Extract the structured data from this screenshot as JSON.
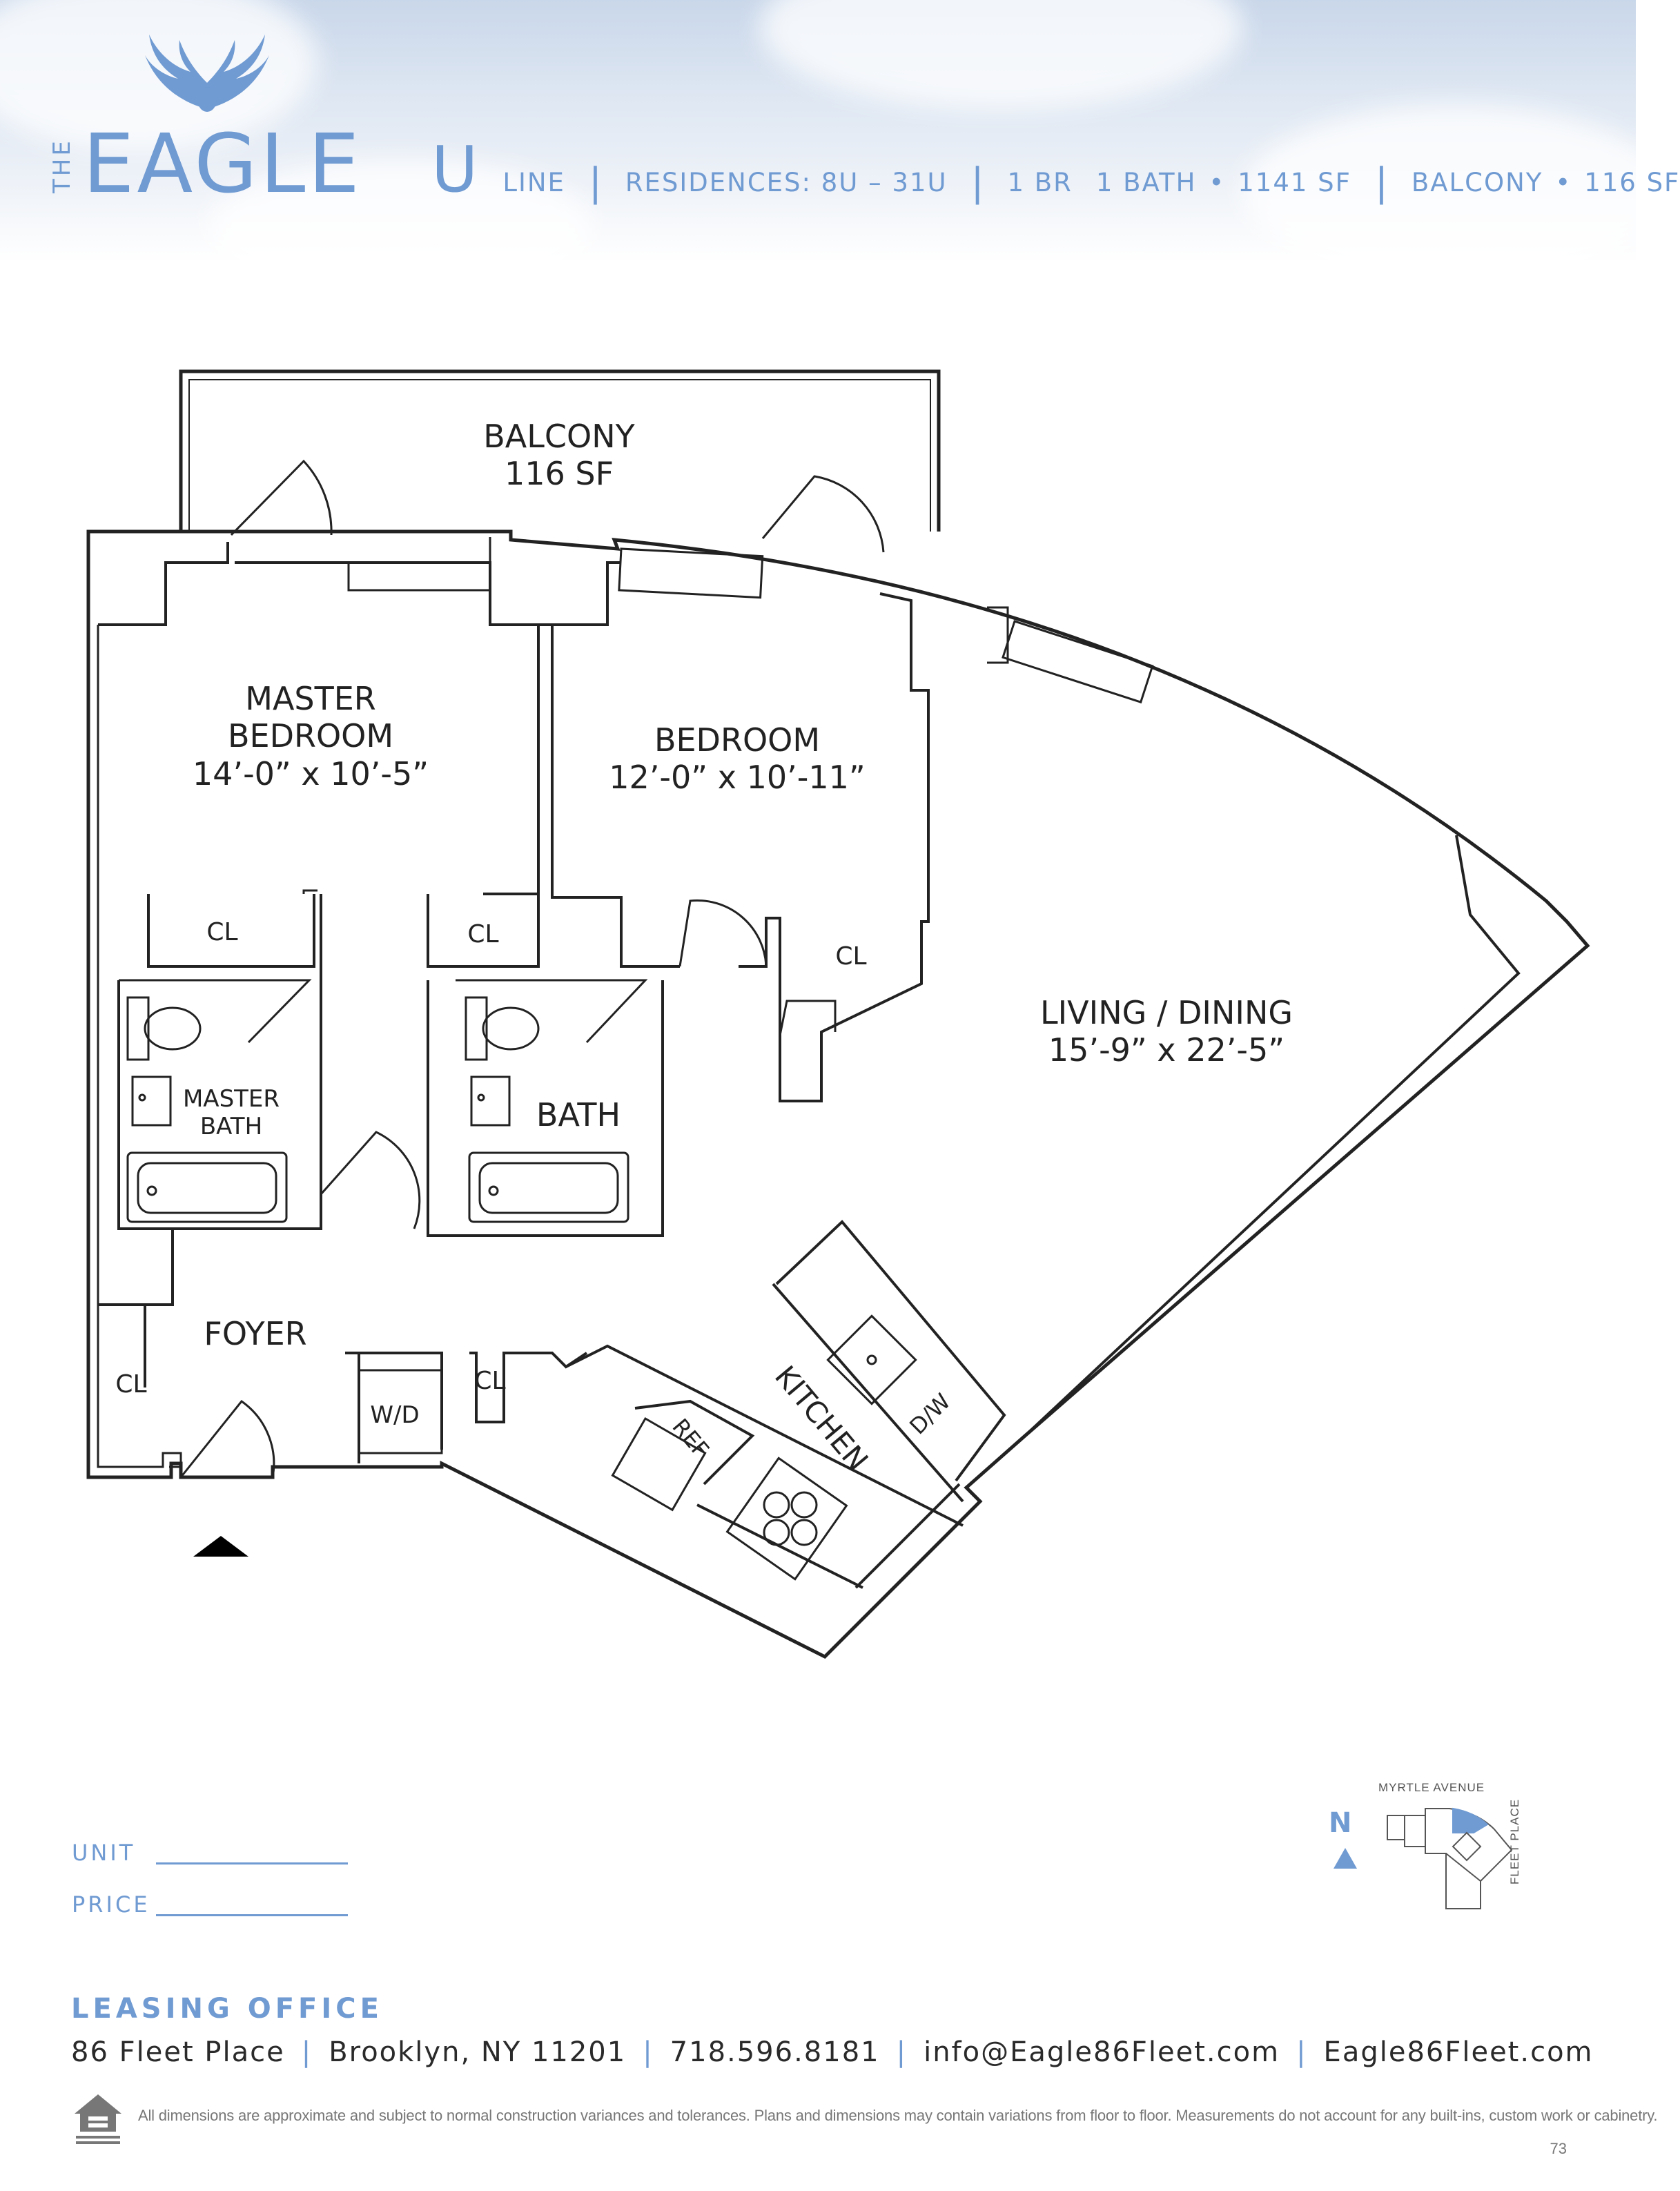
{
  "brand": {
    "the": "THE",
    "name": "EAGLE",
    "colors": {
      "brand_blue": "#6f9ad2",
      "wall": "#222222"
    },
    "icon": "eagle-wings-logo"
  },
  "header": {
    "line_letter": "U",
    "line_word": "LINE",
    "residences": "RESIDENCES: 8U – 31U",
    "beds": "1 BR",
    "baths": "1 BATH",
    "area": "1141 SF",
    "balcony": "BALCONY",
    "balcony_area": "116 SF",
    "bullet": "•",
    "separator": "|"
  },
  "rooms": {
    "balcony": {
      "name": "BALCONY",
      "size": "116 SF"
    },
    "master_bedroom": {
      "line1": "MASTER",
      "line2": "BEDROOM",
      "size": "14’-0” x 10’-5”"
    },
    "bedroom": {
      "name": "BEDROOM",
      "size": "12’-0” x 10’-11”"
    },
    "living": {
      "name": "LIVING / DINING",
      "size": "15’-9” x 22’-5”"
    },
    "master_bath": {
      "line1": "MASTER",
      "line2": "BATH"
    },
    "bath": "BATH",
    "foyer": "FOYER",
    "kitchen": "KITCHEN",
    "closet": "CL",
    "washer_dryer": "W/D",
    "refrigerator": "REF",
    "dishwasher": "D/W"
  },
  "form": {
    "unit_label": "UNIT",
    "price_label": "PRICE"
  },
  "keyplan": {
    "north": "N",
    "street_top": "MYRTLE AVENUE",
    "street_side": "FLEET PLACE"
  },
  "leasing": {
    "title": "LEASING OFFICE",
    "address": "86 Fleet Place",
    "city": "Brooklyn, NY 11201",
    "phone": "718.596.8181",
    "email": "info@Eagle86Fleet.com",
    "website": "Eagle86Fleet.com",
    "separator": "|"
  },
  "footer": {
    "disclaimer": "All dimensions are approximate and subject to normal construction variances and tolerances. Plans and dimensions may contain variations from floor to floor. Measurements do not account for any built-ins, custom work or cabinetry.",
    "page_number": "73",
    "eho_icon": "equal-housing-opportunity-icon"
  }
}
